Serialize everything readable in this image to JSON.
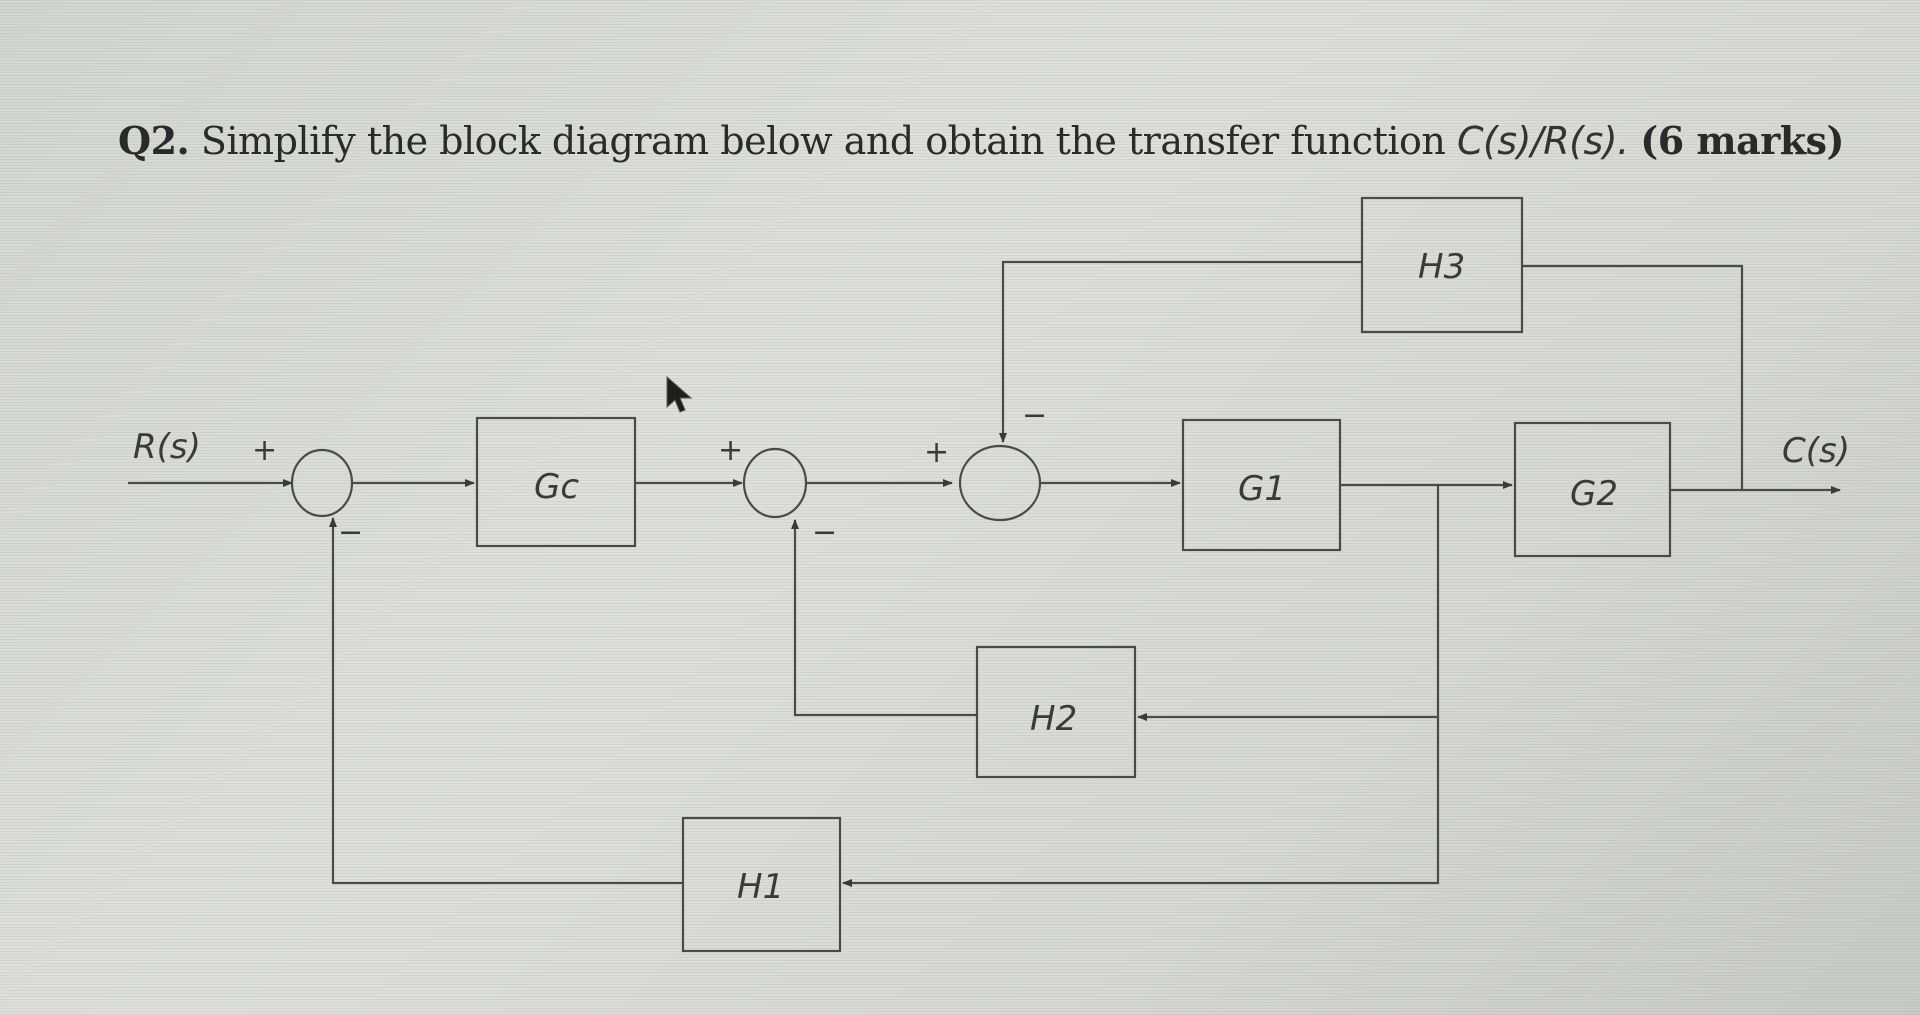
{
  "question": {
    "number": "Q2.",
    "text": "Simplify the block diagram below and obtain the transfer function",
    "transfer_function": "C(s)/R(s).",
    "marks": "(6 marks)"
  },
  "diagram": {
    "input_label": "R(s)",
    "output_label": "C(s)",
    "blocks": {
      "gc": "Gc",
      "g1": "G1",
      "g2": "G2",
      "h1": "H1",
      "h2": "H2",
      "h3": "H3"
    },
    "summing_junctions": [
      {
        "id": "sum1",
        "signs": {
          "left": "+",
          "bottom": "−"
        }
      },
      {
        "id": "sum2",
        "signs": {
          "left": "+",
          "bottom": "−"
        }
      },
      {
        "id": "sum3",
        "signs": {
          "left": "+",
          "top": "−"
        }
      }
    ]
  },
  "colors": {
    "background": "#dcdcd8",
    "line": "#4a4a4a",
    "text": "#2a2a2a"
  }
}
